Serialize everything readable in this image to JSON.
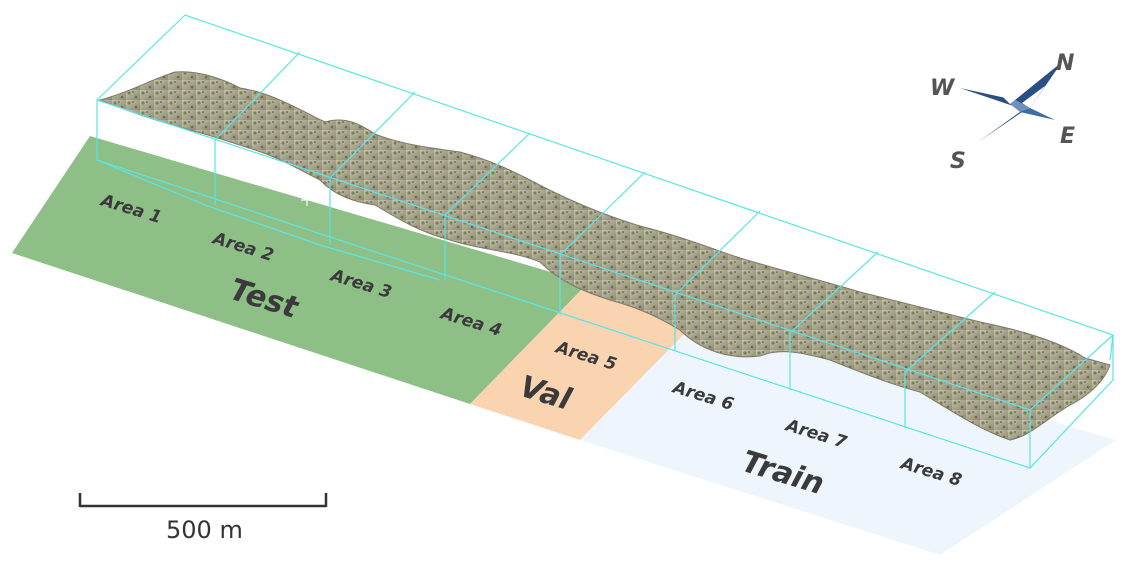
{
  "regions": {
    "test_label": "Test",
    "val_label": "Val",
    "train_label": "Train"
  },
  "areas": [
    "Area 1",
    "Area 2",
    "Area 3",
    "Area 4",
    "Area 5",
    "Area 6",
    "Area 7",
    "Area 8"
  ],
  "compass": {
    "north": "N",
    "south": "S",
    "east": "E",
    "west": "W"
  },
  "scale_bar": {
    "label": "500 m"
  },
  "colors": {
    "test": "#8dbf86",
    "val": "#fad3b1",
    "train": "#eef5fd",
    "bbox": "#58e6e6",
    "compass": "#2b4f85"
  }
}
